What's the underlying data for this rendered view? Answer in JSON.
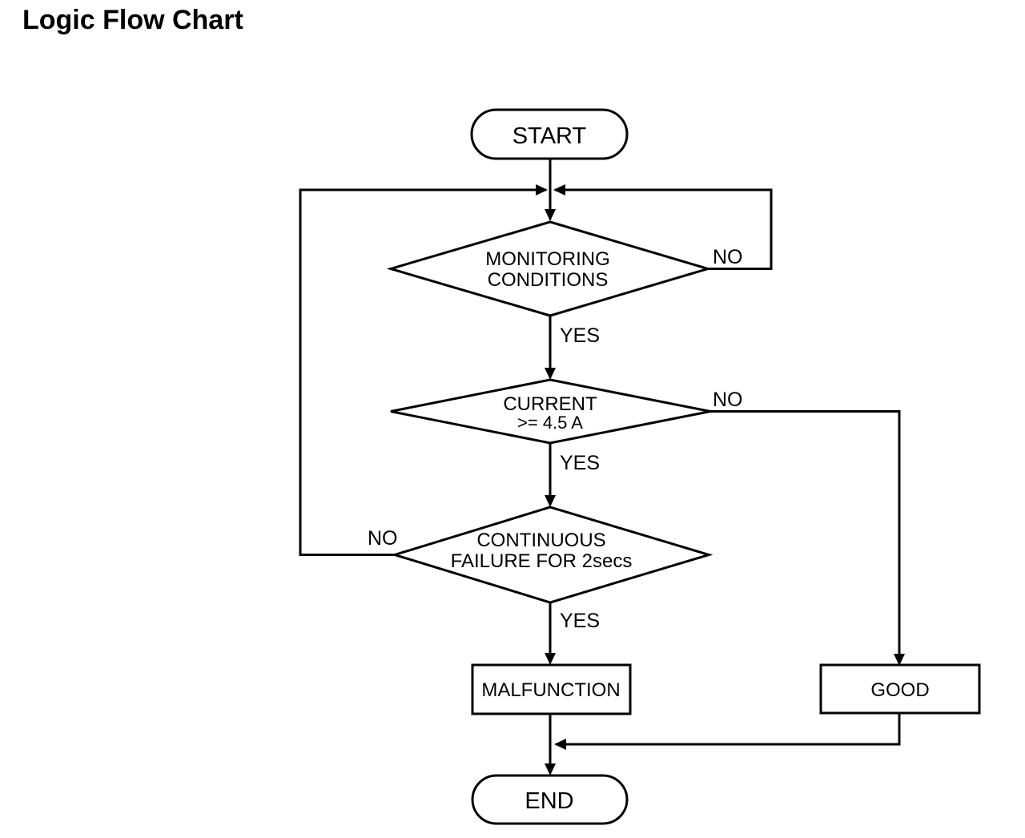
{
  "title": "Logic Flow Chart",
  "flowchart": {
    "start": {
      "label": "START"
    },
    "decision_monitoring": {
      "line1": "MONITORING",
      "line2": "CONDITIONS",
      "yes_label": "YES",
      "no_label": "NO"
    },
    "decision_current": {
      "line1": "CURRENT",
      "line2": ">= 4.5 A",
      "yes_label": "YES",
      "no_label": "NO"
    },
    "decision_continuous": {
      "line1": "CONTINUOUS",
      "line2": "FAILURE FOR 2secs",
      "yes_label": "YES",
      "no_label": "NO"
    },
    "process_malfunction": {
      "label": "MALFUNCTION"
    },
    "process_good": {
      "label": "GOOD"
    },
    "end": {
      "label": "END"
    },
    "colors": {
      "line": "#000000",
      "text": "#000000",
      "background": "#ffffff"
    }
  }
}
